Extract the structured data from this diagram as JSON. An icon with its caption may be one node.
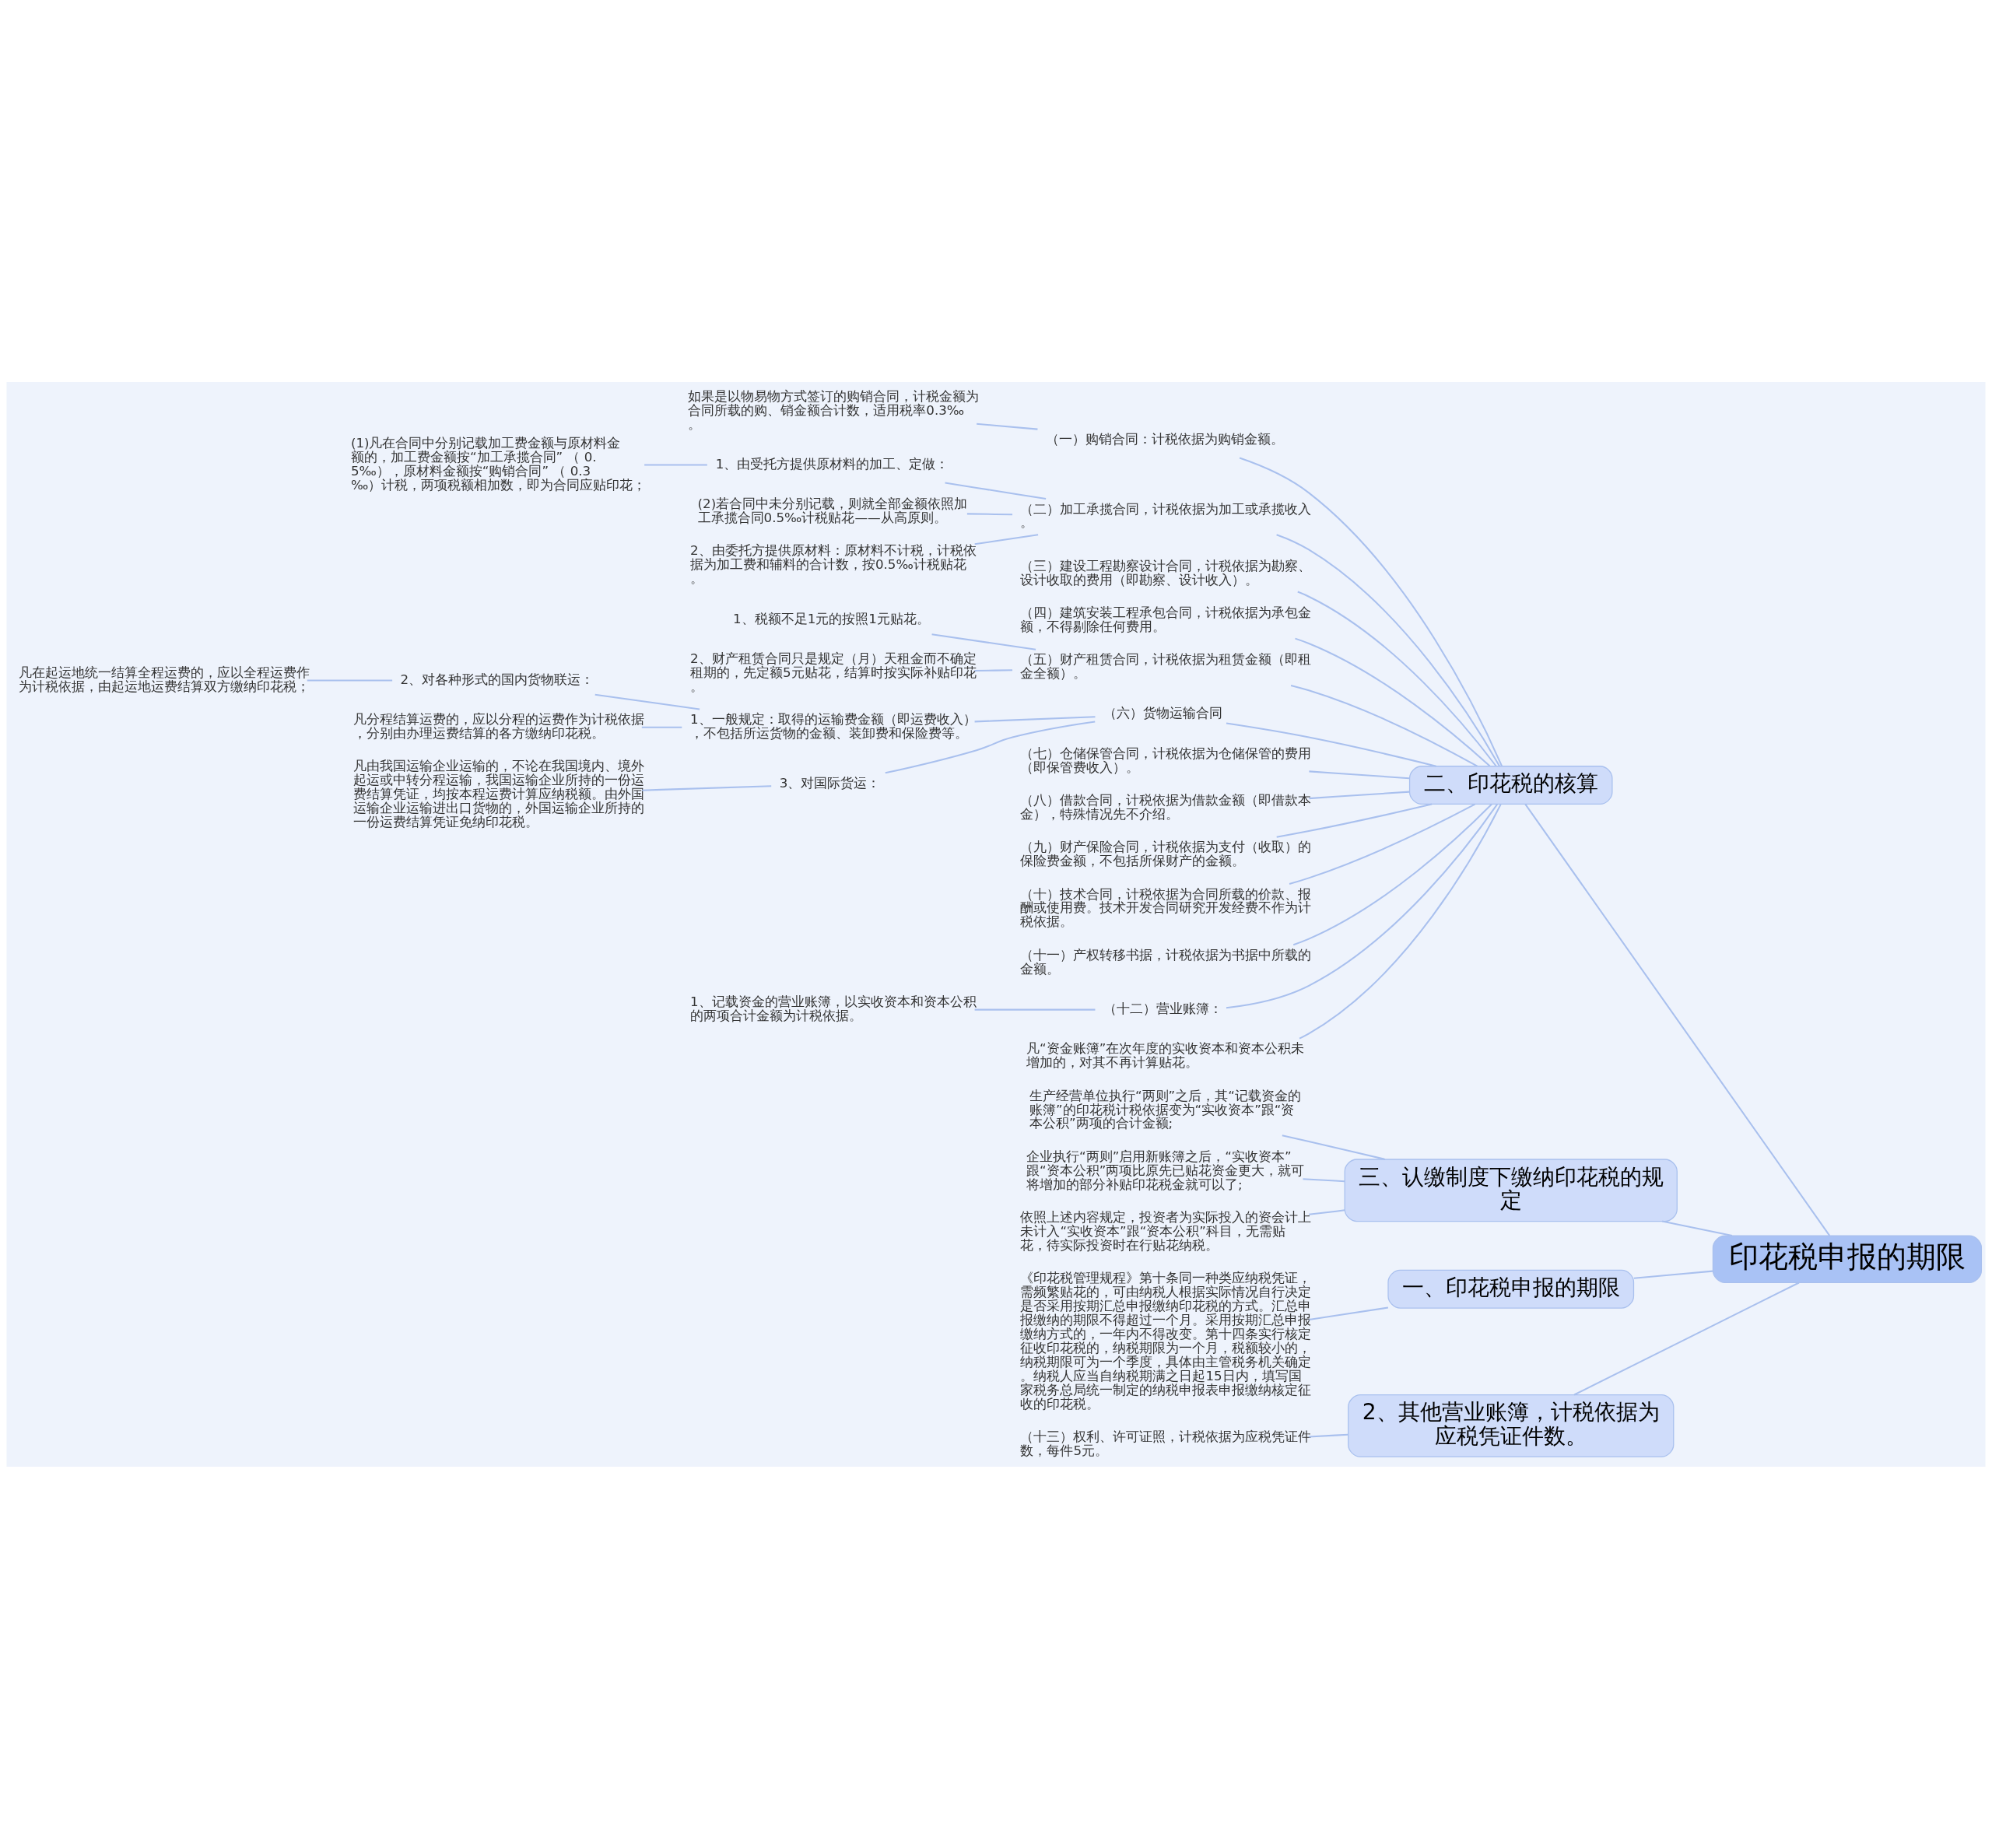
{
  "diagram": {
    "nodes": [
      {
        "text": [
          "印花税申报的期限"
        ]
      },
      {
        "text": [
          "二、印花税的核算"
        ]
      },
      {
        "text": [
          "（一）购销合同：计税依据为购销金额。"
        ]
      },
      {
        "text": [
          "如果是以物易物方式签订的购销合同，计税金额为合同所载的购、销金额合计数，适用税率0.3‰。"
        ]
      },
      {
        "text": [
          "（二）加工承揽合同，计税依据为加工或承揽收入。"
        ]
      },
      {
        "text": [
          "1、由受托方提供原材料的加工、定做："
        ]
      },
      {
        "text": [
          "(1)凡在合同中分别记载加工费金额与原材料金额的，加工费金额按“加工承揽合同” （ 0.5‰），原材料金额按“购销合同” （ 0.3‰）计税，两项税额相加数，即为合同应贴印花；"
        ]
      },
      {
        "text": [
          "(2)若合同中未分别记载，则就全部金额依照加工承揽合同0.5‰计税贴花——从高原则。"
        ]
      },
      {
        "text": [
          "2、由委托方提供原材料：原材料不计税，计税依据为加工费和辅料的合计数，按0.5‰计税贴花。"
        ]
      },
      {
        "text": [
          "（三）建设工程勘察设计合同，计税依据为勘察、设计收取的费用（即勘察、设计收入）。"
        ]
      },
      {
        "text": [
          "（四）建筑安装工程承包合同，计税依据为承包金额，不得剔除任何费用。"
        ]
      },
      {
        "text": [
          "（五）财产租赁合同，计税依据为租赁金额（即租金全额）。"
        ]
      },
      {
        "text": [
          "1、税额不足1元的按照1元贴花。"
        ]
      },
      {
        "text": [
          "2、财产租赁合同只是规定（月）天租金而不确定租期的，先定额5元贴花，结算时按实际补贴印花。"
        ]
      },
      {
        "text": [
          "（六）货物运输合同"
        ]
      },
      {
        "text": [
          "1、一般规定：取得的运输费金额（即运费收入），不包括所运货物的金额、装卸费和保险费等。"
        ]
      },
      {
        "text": [
          "2、对各种形式的国内货物联运："
        ]
      },
      {
        "text": [
          "凡在起运地统一结算全程运费的，应以全程运费作为计税依据，由起运地运费结算双方缴纳印花税；"
        ]
      },
      {
        "text": [
          "凡分程结算运费的，应以分程的运费作为计税依据，分别由办理运费结算的各方缴纳印花税。"
        ]
      },
      {
        "text": [
          "3、对国际货运："
        ]
      },
      {
        "text": [
          "凡由我国运输企业运输的，不论在我国境内、境外起运或中转分程运输，我国运输企业所持的一份运费结算凭证，均按本程运费计算应纳税额。由外国运输企业运输进出口货物的，外国运输企业所持的一份运费结算凭证免纳印花税。"
        ]
      },
      {
        "text": [
          "（七）仓储保管合同，计税依据为仓储保管的费用（即保管费收入）。"
        ]
      },
      {
        "text": [
          "（八）借款合同，计税依据为借款金额（即借款本金），特殊情况先不介绍。"
        ]
      },
      {
        "text": [
          "（九）财产保险合同，计税依据为支付（收取）的保险费金额，不包括所保财产的金额。"
        ]
      },
      {
        "text": [
          "（十）技术合同，计税依据为合同所载的价款、报酬或使用费。技术开发合同研究开发经费不作为计税依据。"
        ]
      },
      {
        "text": [
          "（十一）产权转移书据，计税依据为书据中所载的金额。"
        ]
      },
      {
        "text": [
          "（十二）营业账簿："
        ]
      },
      {
        "text": [
          "1、记载资金的营业账簿，以实收资本和资本公积的两项合计金额为计税依据。"
        ]
      },
      {
        "text": [
          "凡“资金账簿”在次年度的实收资本和资本公积未增加的，对其不再计算贴花。"
        ]
      },
      {
        "text": [
          "三、认缴制度下缴纳印花税的规定"
        ]
      },
      {
        "text": [
          "生产经营单位执行“两则”之后，其“记载资金的账簿”的印花税计税依据变为“实收资本”跟“资本公积”两项的合计金额;"
        ]
      },
      {
        "text": [
          "企业执行“两则”启用新账簿之后，“实收资本”跟“资本公积”两项比原先已贴花资金更大，就可将增加的部分补贴印花税金就可以了;"
        ]
      },
      {
        "text": [
          "依照上述内容规定，投资者为实际投入的资会计上未计入“实收资本”跟“资本公积”科目，无需贴花，待实际投资时在行贴花纳税。"
        ]
      },
      {
        "text": [
          "一、印花税申报的期限"
        ]
      },
      {
        "text": [
          "《印花税管理规程》第十条同一种类应纳税凭证，需频繁贴花的，可由纳税人根据实际情况自行决定是否采用按期汇总申报缴纳印花税的方式。汇总申报缴纳的期限不得超过一个月。采用按期汇总申报缴纳方式的，一年内不得改变。第十四条实行核定征收印花税的，纳税期限为一个月，税额较小的，纳税期限可为一个季度，具体由主管税务机关确定。纳税人应当自纳税期满之日起15日内，填写国家税务总局统一制定的纳税申报表申报缴纳核定征收的印花税。"
        ]
      },
      {
        "text": [
          "2、其他营业账簿，计税依据为应税凭证件数。"
        ]
      },
      {
        "text": [
          "（十三）权利、许可证照，计税依据为应税凭证件数，每件5元。"
        ]
      }
    ],
    "edges": [
      {
        "from": 0,
        "to": 1,
        "arrow": "none"
      },
      {
        "from": 1,
        "to": 2,
        "arrow": "none"
      },
      {
        "from": 2,
        "to": 3,
        "arrow": "none"
      },
      {
        "from": 1,
        "to": 4,
        "arrow": "none"
      },
      {
        "from": 4,
        "to": 5,
        "arrow": "none"
      },
      {
        "from": 5,
        "to": 6,
        "arrow": "none"
      },
      {
        "from": 4,
        "to": 7,
        "arrow": "none"
      },
      {
        "from": 4,
        "to": 8,
        "arrow": "none"
      },
      {
        "from": 1,
        "to": 9,
        "arrow": "none"
      },
      {
        "from": 1,
        "to": 10,
        "arrow": "none"
      },
      {
        "from": 1,
        "to": 11,
        "arrow": "none"
      },
      {
        "from": 11,
        "to": 12,
        "arrow": "none"
      },
      {
        "from": 11,
        "to": 13,
        "arrow": "none"
      },
      {
        "from": 1,
        "to": 14,
        "arrow": "none"
      },
      {
        "from": 14,
        "to": 15,
        "arrow": "none"
      },
      {
        "from": 15,
        "to": 16,
        "arrow": "none"
      },
      {
        "from": 16,
        "to": 17,
        "arrow": "none"
      },
      {
        "from": 15,
        "to": 18,
        "arrow": "none"
      },
      {
        "from": 14,
        "to": 19,
        "arrow": "none"
      },
      {
        "from": 19,
        "to": 20,
        "arrow": "none"
      },
      {
        "from": 1,
        "to": 21,
        "arrow": "none"
      },
      {
        "from": 1,
        "to": 22,
        "arrow": "none"
      },
      {
        "from": 1,
        "to": 23,
        "arrow": "none"
      },
      {
        "from": 1,
        "to": 24,
        "arrow": "none"
      },
      {
        "from": 1,
        "to": 25,
        "arrow": "none"
      },
      {
        "from": 1,
        "to": 26,
        "arrow": "none"
      },
      {
        "from": 26,
        "to": 27,
        "arrow": "none"
      },
      {
        "from": 1,
        "to": 28,
        "arrow": "none"
      },
      {
        "from": 0,
        "to": 29,
        "arrow": "none"
      },
      {
        "from": 29,
        "to": 30,
        "arrow": "none"
      },
      {
        "from": 29,
        "to": 31,
        "arrow": "none"
      },
      {
        "from": 29,
        "to": 32,
        "arrow": "none"
      },
      {
        "from": 0,
        "to": 33,
        "arrow": "none"
      },
      {
        "from": 33,
        "to": 34,
        "arrow": "none"
      },
      {
        "from": 0,
        "to": 35,
        "arrow": "none"
      },
      {
        "from": 35,
        "to": 36,
        "arrow": "none"
      }
    ]
  }
}
